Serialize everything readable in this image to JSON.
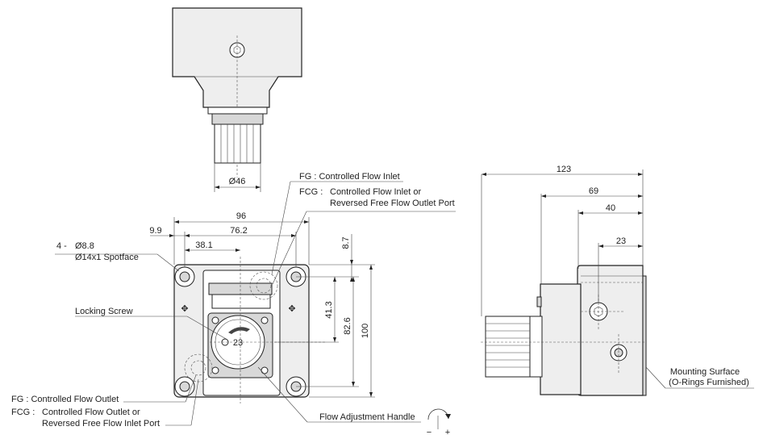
{
  "dimensions": {
    "knob_dia": "Ø46",
    "top_width": "96",
    "hole_pitch": "76.2",
    "edge_offset": "9.9",
    "knob_offset": "38.1",
    "top_margin": "8.7",
    "height_41": "41.3",
    "height_82": "82.6",
    "height_100": "100",
    "side_123": "123",
    "side_69": "69",
    "side_40": "40",
    "side_23": "23",
    "knob_mark": "23"
  },
  "labels": {
    "fg_inlet_1": "FG : Controlled Flow Inlet",
    "fcg_inlet_prefix": "FCG :",
    "fcg_inlet_line1": "Controlled Flow Inlet or",
    "fcg_inlet_line2": "Reversed Free Flow Outlet Port",
    "holes_prefix": "4 -",
    "holes_line1": "Ø8.8",
    "holes_line2": "Ø14x1 Spotface",
    "locking_screw": "Locking Screw",
    "fg_outlet": "FG : Controlled Flow Outlet",
    "fcg_outlet_prefix": "FCG :",
    "fcg_outlet_line1": "Controlled Flow Outlet or",
    "fcg_outlet_line2": "Reversed Free Flow Inlet Port",
    "flow_handle": "Flow Adjustment Handle",
    "minus": "−",
    "plus": "+",
    "mounting_line1": "Mounting Surface",
    "mounting_line2": "(O-Rings Furnished)"
  }
}
